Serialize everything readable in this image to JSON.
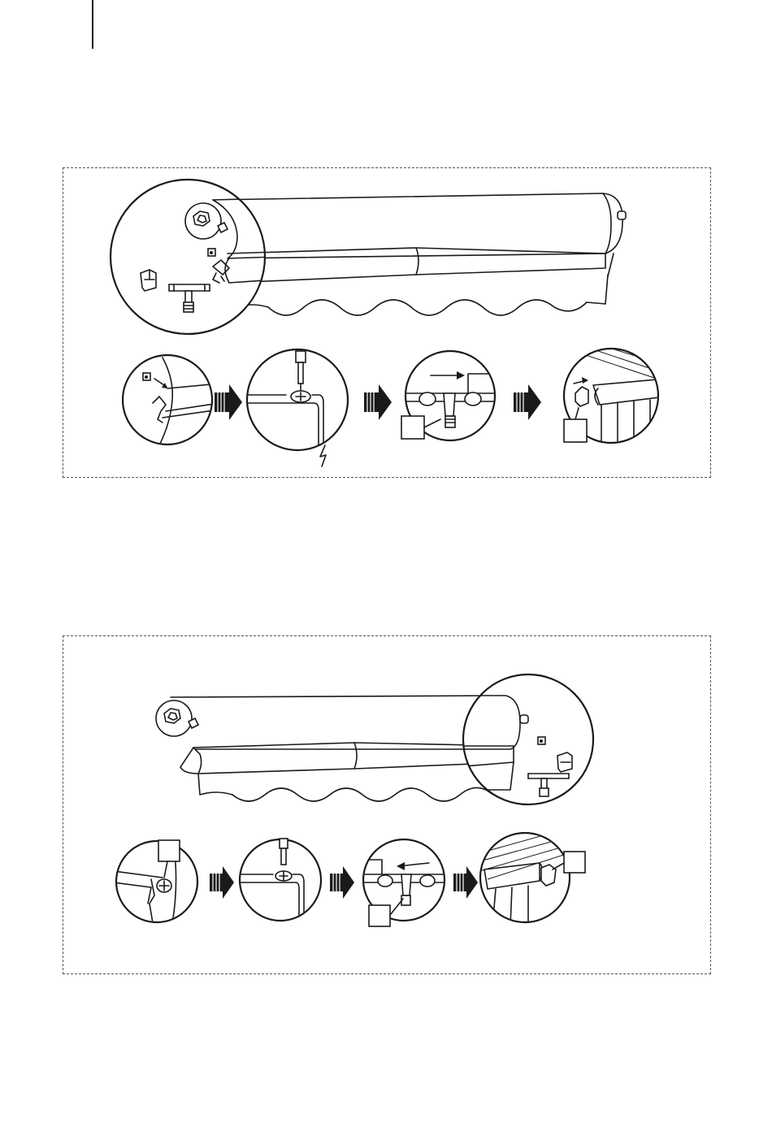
{
  "figures": [
    {
      "id": "top",
      "description_steps": 4,
      "callouts": 2
    },
    {
      "id": "bottom",
      "description_steps": 4,
      "callouts": 3
    }
  ],
  "colors": {
    "ink": "#1a1a1a",
    "paper": "#ffffff",
    "border": "#555555"
  }
}
